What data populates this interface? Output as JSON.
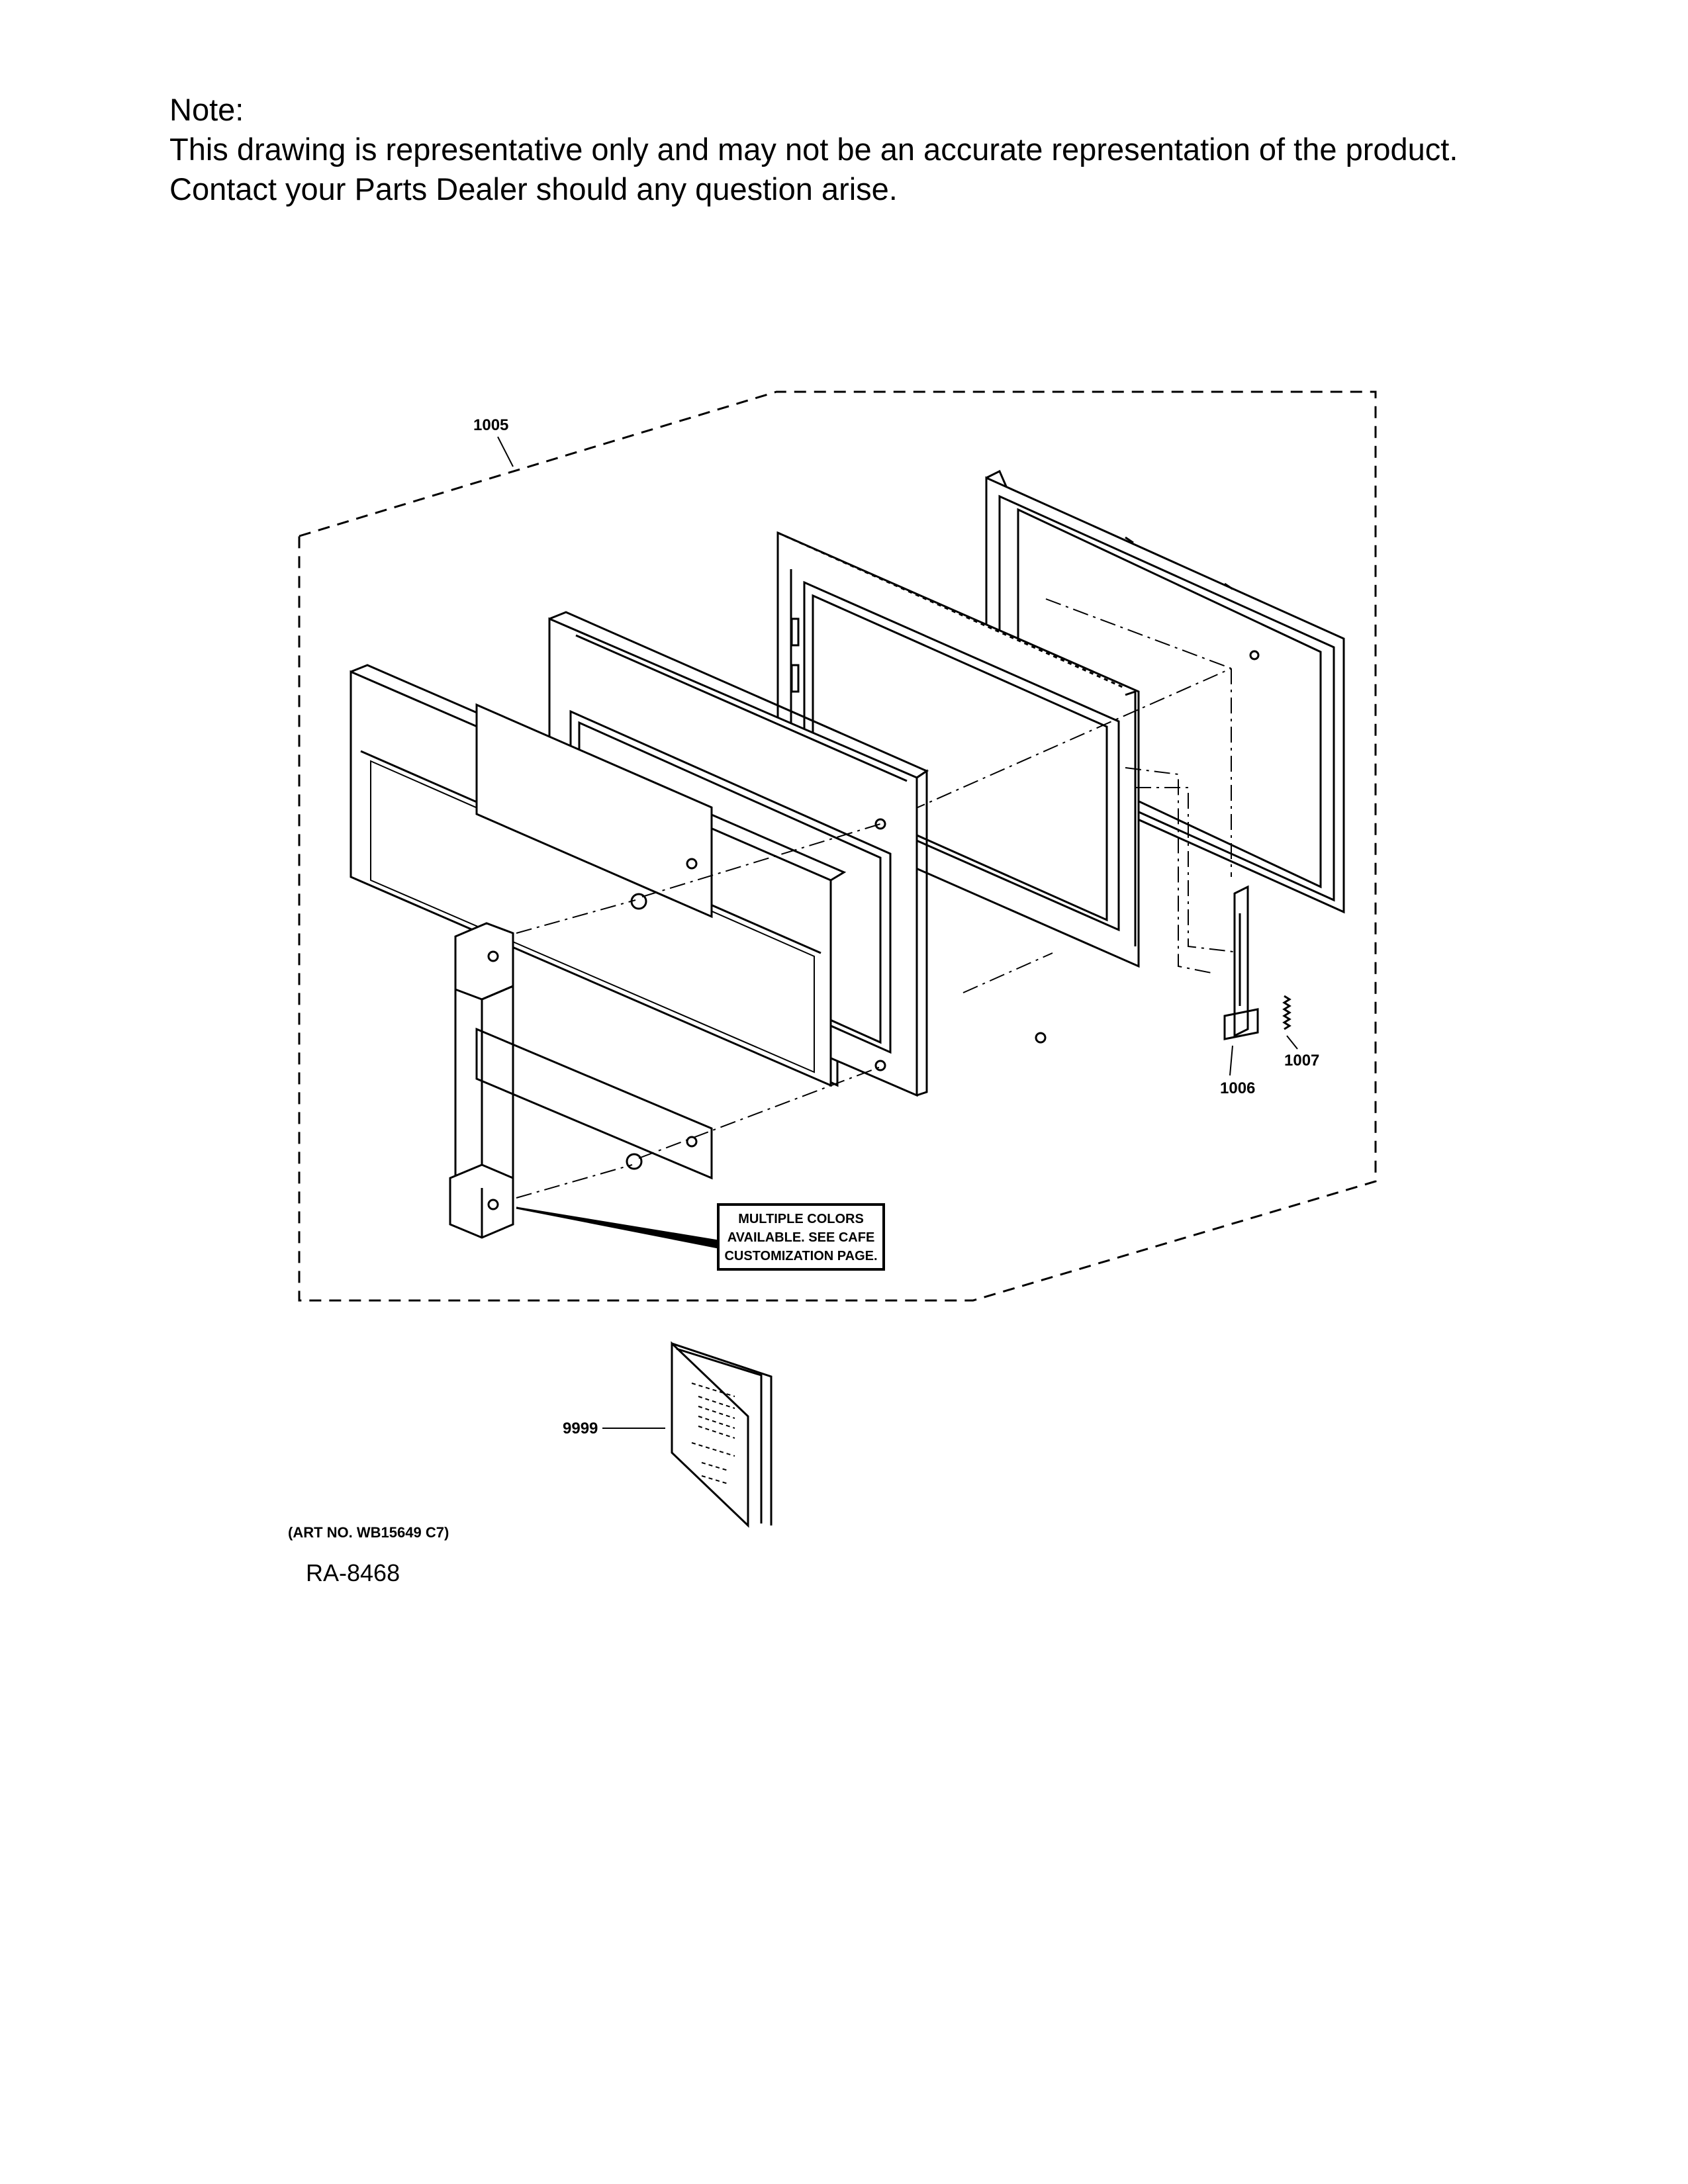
{
  "note": {
    "heading": "Note:",
    "line1": "This drawing is representative only and may not be an accurate representation of the product.",
    "line2": "Contact your Parts Dealer should any question arise."
  },
  "callouts": {
    "assembly": "1005",
    "hinge": "1006",
    "spring": "1007",
    "manual": "9999"
  },
  "customization_box": {
    "line1": "MULTIPLE COLORS",
    "line2": "AVAILABLE. SEE CAFE",
    "line3": "CUSTOMIZATION PAGE."
  },
  "art_number": "(ART NO. WB15649 C7)",
  "drawing_id": "RA-8468"
}
